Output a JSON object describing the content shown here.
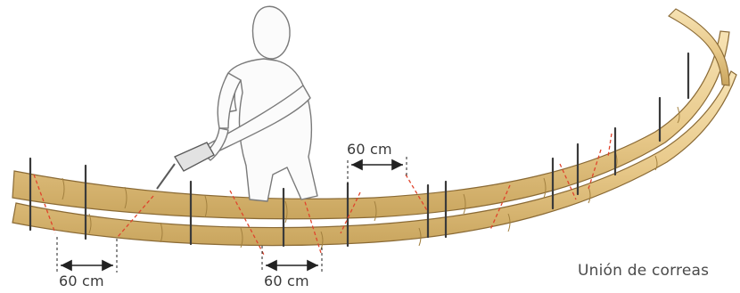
{
  "dimensions": [
    {
      "id": "top",
      "text": "60 cm"
    },
    {
      "id": "bottom-left",
      "text": "60 cm"
    },
    {
      "id": "bottom-mid",
      "text": "60 cm"
    }
  ],
  "caption": "Unión de correas",
  "colors": {
    "bamboo_fill": "#efd49a",
    "bamboo_shadow": "#c9a55e",
    "bamboo_outline": "#8a6a35",
    "binding": "#3a3a3a",
    "splice_line": "#e0442c",
    "figure_outline": "#7a7a7a",
    "dimension_line": "#222222"
  },
  "icons": [
    "worker-figure",
    "drill-tool",
    "dimension-arrow"
  ]
}
